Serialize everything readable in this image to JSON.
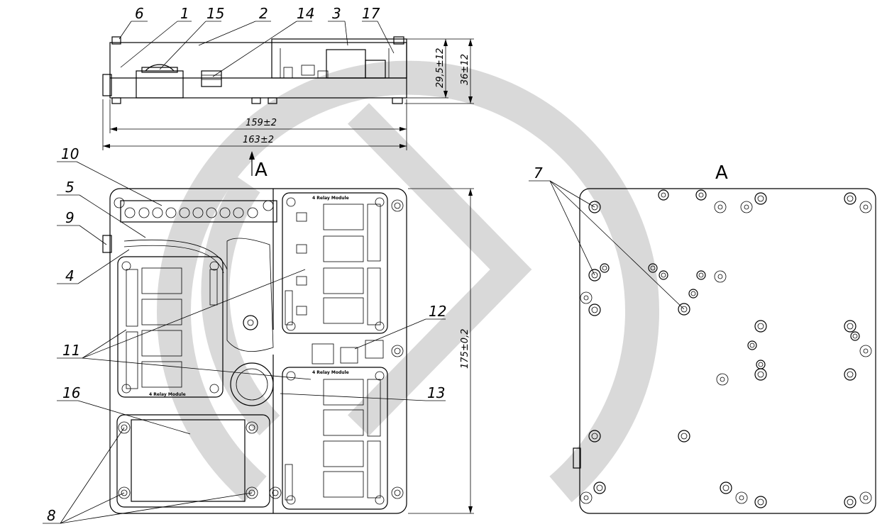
{
  "callouts": {
    "c1": "1",
    "c2": "2",
    "c3": "3",
    "c4": "4",
    "c5": "5",
    "c6": "6",
    "c7": "7",
    "c8": "8",
    "c9": "9",
    "c10": "10",
    "c11": "11",
    "c12": "12",
    "c13": "13",
    "c14": "14",
    "c15": "15",
    "c16": "16",
    "c17": "17"
  },
  "dimensions": {
    "width_inner": "159±2",
    "width_outer": "163±2",
    "height_pcb": "29,5±12",
    "height_total": "36±12",
    "depth": "175±0,2"
  },
  "views": {
    "section_marker": "A",
    "rear_view": "A"
  },
  "module_labels": {
    "m1": "4 Relay Module",
    "m2": "4 Relay Module",
    "m3": "4 Relay Module"
  }
}
